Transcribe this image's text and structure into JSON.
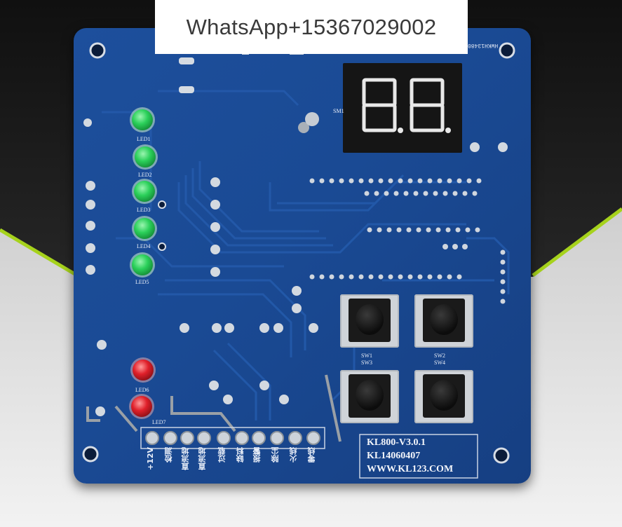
{
  "watermark": "WhatsApp+15367029002",
  "board": {
    "led_labels": [
      "LED1",
      "LED2",
      "LED3",
      "LED4",
      "LED5",
      "LED6",
      "LED7"
    ],
    "switch_labels": [
      "SW1",
      "SW2",
      "SW3",
      "SW4"
    ],
    "display_label": "SM1",
    "model": "KL800-V3.0.1",
    "serial": "KL14060407",
    "website": "WWW.KL123.COM",
    "top_code": "HWKH13480",
    "terminal_labels": [
      "+12V",
      "检测",
      "直流地",
      "直流地",
      "过载",
      "缺料",
      "报警",
      "除尘",
      "火线",
      "零线"
    ],
    "display_value": "8.8.",
    "colors": {
      "board": "#1a4a94",
      "led_green": "#2bd05a",
      "led_red": "#e0202a",
      "background_top": "#1c1c1c",
      "background_bottom": "#e9e9e9",
      "accent_line": "#a6d21c"
    }
  }
}
